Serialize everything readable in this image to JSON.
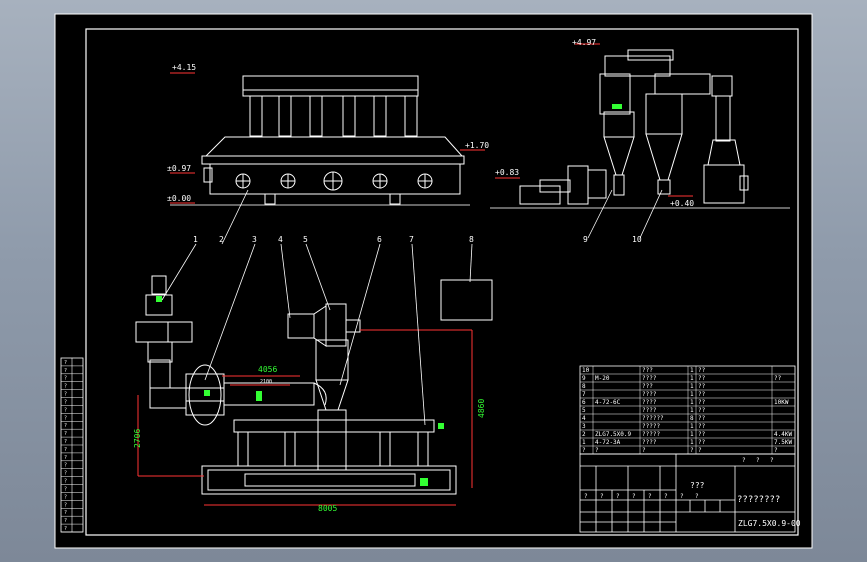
{
  "elevations": {
    "left_top": "+4.15",
    "left_mid": "±0.97",
    "left_ground": "±0.00",
    "left_right": "+1.70",
    "right_top": "+4.97",
    "right_left": "+0.83",
    "right_bottom": "+0.40"
  },
  "callouts": [
    "1",
    "2",
    "3",
    "4",
    "5",
    "6",
    "7",
    "8",
    "9",
    "10"
  ],
  "dimensions": {
    "pipe_length": "4056",
    "pipe_inner": "2100",
    "vertical_left": "2706",
    "vertical_right": "4860",
    "overall_width": "8005"
  },
  "parts_list": {
    "rows": [
      [
        "10",
        "",
        "???",
        "1",
        "??",
        ""
      ],
      [
        "9",
        "M-20",
        "????",
        "1",
        "??",
        "??"
      ],
      [
        "8",
        "",
        "???",
        "1",
        "??",
        ""
      ],
      [
        "7",
        "",
        "????",
        "1",
        "??",
        ""
      ],
      [
        "6",
        "4-72-6C",
        "????",
        "1",
        "??",
        "10KW"
      ],
      [
        "5",
        "",
        "????",
        "1",
        "??",
        ""
      ],
      [
        "4",
        "",
        "??????",
        "8",
        "??",
        ""
      ],
      [
        "3",
        "",
        "?????",
        "1",
        "??",
        ""
      ],
      [
        "2",
        "ZLG7.5X0.9",
        "?????",
        "1",
        "??",
        "4.4KW"
      ],
      [
        "1",
        "4-72-3A",
        "????",
        "1",
        "??",
        "7.5KW"
      ]
    ],
    "header": [
      "?",
      "?",
      "?",
      "?",
      "?",
      "?"
    ],
    "right_header": [
      "?",
      "?",
      "?"
    ]
  },
  "title_block": {
    "name": "???",
    "company": "????????",
    "drawing_no": "ZLG7.5X0.9-00",
    "scale_row": [
      "?",
      "?",
      "?",
      "?",
      "?",
      "?",
      "?",
      "?"
    ]
  },
  "side_strip": [
    "?",
    "?",
    "?",
    "?",
    "?",
    "?",
    "?",
    "?",
    "?",
    "?",
    "?",
    "?",
    "?",
    "?",
    "?",
    "?",
    "?",
    "?",
    "?",
    "?",
    "?",
    "?"
  ]
}
